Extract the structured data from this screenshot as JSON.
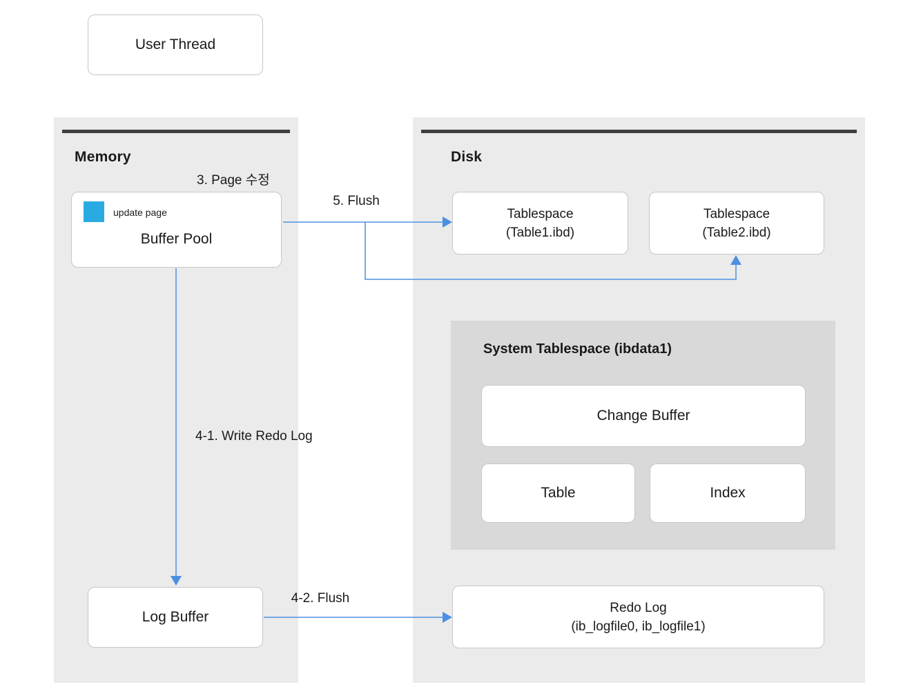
{
  "user_thread": {
    "label": "User Thread"
  },
  "memory_panel": {
    "title": "Memory",
    "page_edit_label": "3. Page 수정",
    "buffer_pool": {
      "tag": "update page",
      "label": "Buffer Pool"
    },
    "log_buffer": {
      "label": "Log Buffer"
    }
  },
  "disk_panel": {
    "title": "Disk",
    "tablespace1": {
      "line1": "Tablespace",
      "line2": "(Table1.ibd)"
    },
    "tablespace2": {
      "line1": "Tablespace",
      "line2": "(Table2.ibd)"
    },
    "system_tablespace": {
      "title": "System Tablespace (ibdata1)",
      "change_buffer_label": "Change Buffer",
      "table_label": "Table",
      "index_label": "Index"
    },
    "redo_log": {
      "line1": "Redo Log",
      "line2": "(ib_logfile0, ib_logfile1)"
    }
  },
  "arrows": {
    "flush_tablespace_label": "5. Flush",
    "write_redo_log_label": "4-1. Write Redo Log",
    "flush_redo_label": "4-2. Flush"
  },
  "colors": {
    "panel-bg": "#ebebeb",
    "inner-panel-bg": "#d9d9d9",
    "box-border": "#c6c6c6",
    "title-bar": "#3e3e3e",
    "update-page-blue": "#29abe2",
    "arrow-blue": "#4a90e2",
    "text": "#1a1a1a"
  }
}
